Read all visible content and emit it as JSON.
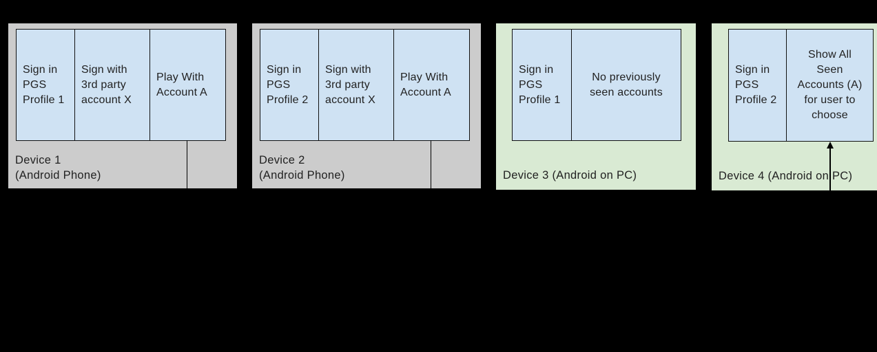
{
  "colors": {
    "canvas_bg": "#000000",
    "phone_card_bg": "#cccccc",
    "pc_card_bg": "#d9ead3",
    "step_box_bg": "#cfe2f3",
    "step_box_border": "#111111",
    "connector": "#000000",
    "text": "#212121"
  },
  "devices": [
    {
      "label_lines": [
        "Device 1",
        "(Android Phone)"
      ],
      "steps": [
        {
          "lines": [
            "Sign in",
            "PGS",
            "Profile 1"
          ]
        },
        {
          "lines": [
            "Sign with",
            "3rd party",
            "account X"
          ]
        },
        {
          "lines": [
            "Play With",
            "Account A"
          ]
        }
      ]
    },
    {
      "label_lines": [
        "Device 2",
        "(Android Phone)"
      ],
      "steps": [
        {
          "lines": [
            "Sign in",
            "PGS",
            "Profile 2"
          ]
        },
        {
          "lines": [
            "Sign with",
            "3rd party",
            "account X"
          ]
        },
        {
          "lines": [
            "Play With",
            "Account A"
          ]
        }
      ]
    },
    {
      "label_lines": [
        "Device 3 (Android on PC)"
      ],
      "steps": [
        {
          "lines": [
            "Sign in",
            "PGS",
            "Profile 1"
          ]
        },
        {
          "lines": [
            "No previously",
            "seen accounts"
          ]
        }
      ]
    },
    {
      "label_lines": [
        "Device 4 (Android on PC)"
      ],
      "steps": [
        {
          "lines": [
            "Sign in",
            "PGS",
            "Profile 2"
          ]
        },
        {
          "lines": [
            "Show All",
            "Seen",
            "Accounts (A)",
            "for user to",
            "choose"
          ]
        }
      ]
    }
  ]
}
